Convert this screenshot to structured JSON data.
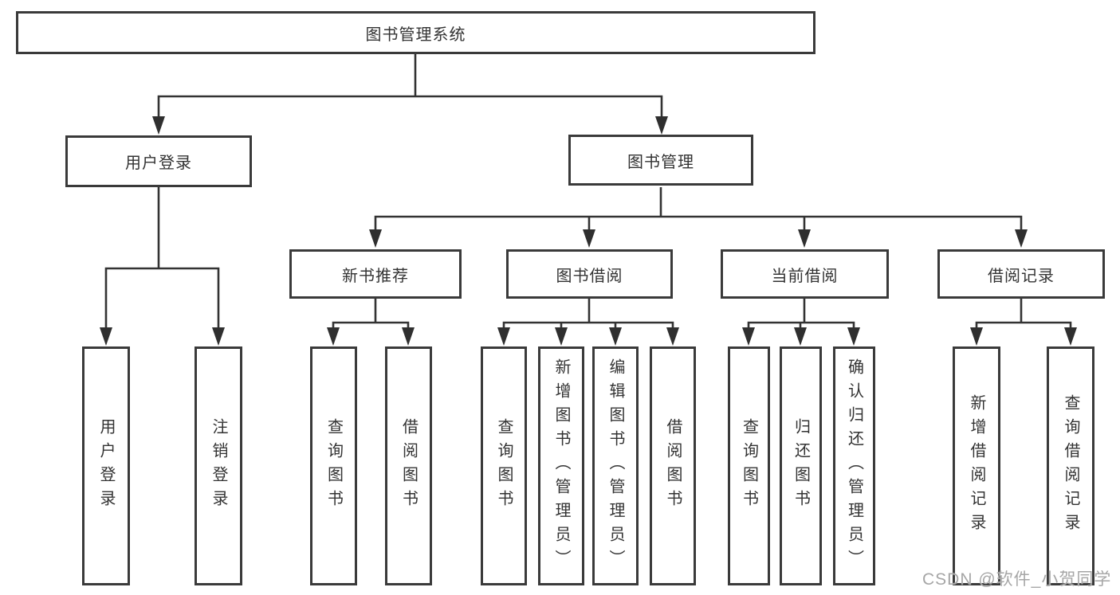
{
  "colors": {
    "line": "#333333",
    "box_border": "#3a3a3a",
    "box_fill": "#ffffff",
    "text": "#333333",
    "watermark": "#a6a6a6",
    "background": "#ffffff"
  },
  "watermark": {
    "label": "CSDN @软件_小贺同学"
  },
  "diagram": {
    "root": {
      "label": "图书管理系统"
    },
    "branches": [
      {
        "label": "用户登录",
        "children": [
          {
            "label": "用户登录"
          },
          {
            "label": "注销登录"
          }
        ]
      },
      {
        "label": "图书管理",
        "sections": [
          {
            "label": "新书推荐",
            "children": [
              {
                "label": "查询图书"
              },
              {
                "label": "借阅图书"
              }
            ]
          },
          {
            "label": "图书借阅",
            "children": [
              {
                "label": "查询图书"
              },
              {
                "label": "新增图书（管理员）"
              },
              {
                "label": "编辑图书（管理员）"
              },
              {
                "label": "借阅图书"
              }
            ]
          },
          {
            "label": "当前借阅",
            "children": [
              {
                "label": "查询图书"
              },
              {
                "label": "归还图书"
              },
              {
                "label": "确认归还（管理员）"
              }
            ]
          },
          {
            "label": "借阅记录",
            "children": [
              {
                "label": "新增借阅记录"
              },
              {
                "label": "查询借阅记录"
              }
            ]
          }
        ]
      }
    ]
  }
}
